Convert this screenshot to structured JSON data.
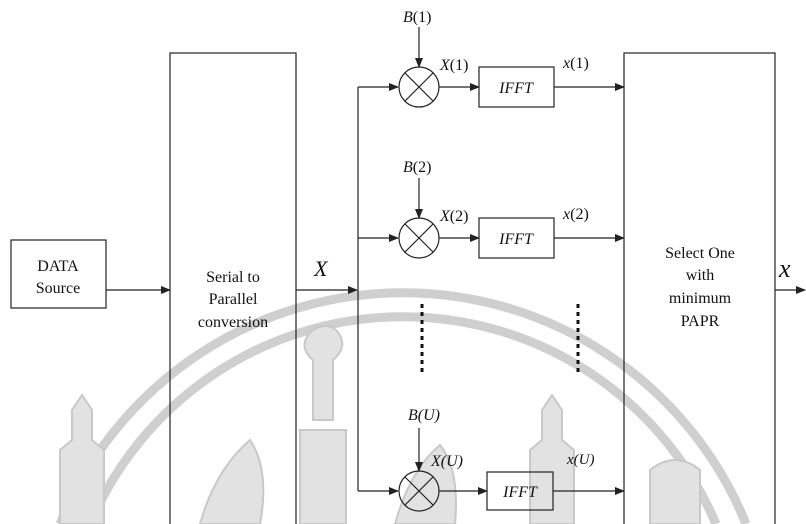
{
  "blocks": {
    "data_source": [
      "DATA",
      "Source"
    ],
    "serial_parallel": [
      "Serial to",
      "Parallel",
      "conversion"
    ],
    "select": [
      "Select One",
      "with",
      "minimum",
      "PAPR"
    ],
    "ifft": "IFFT"
  },
  "signals": {
    "x_vector": "X",
    "output": "x",
    "branches": [
      {
        "b": "B",
        "b_idx": "(1)",
        "X": "X",
        "X_idx": "(1)",
        "x": "x",
        "x_idx": "(1)"
      },
      {
        "b": "B",
        "b_idx": "(2)",
        "X": "X",
        "X_idx": "(2)",
        "x": "x",
        "x_idx": "(2)"
      },
      {
        "b": "B",
        "b_idx": "(U)",
        "X": "X",
        "X_idx": "(U)",
        "x": "x",
        "x_idx": "(U)"
      }
    ]
  }
}
